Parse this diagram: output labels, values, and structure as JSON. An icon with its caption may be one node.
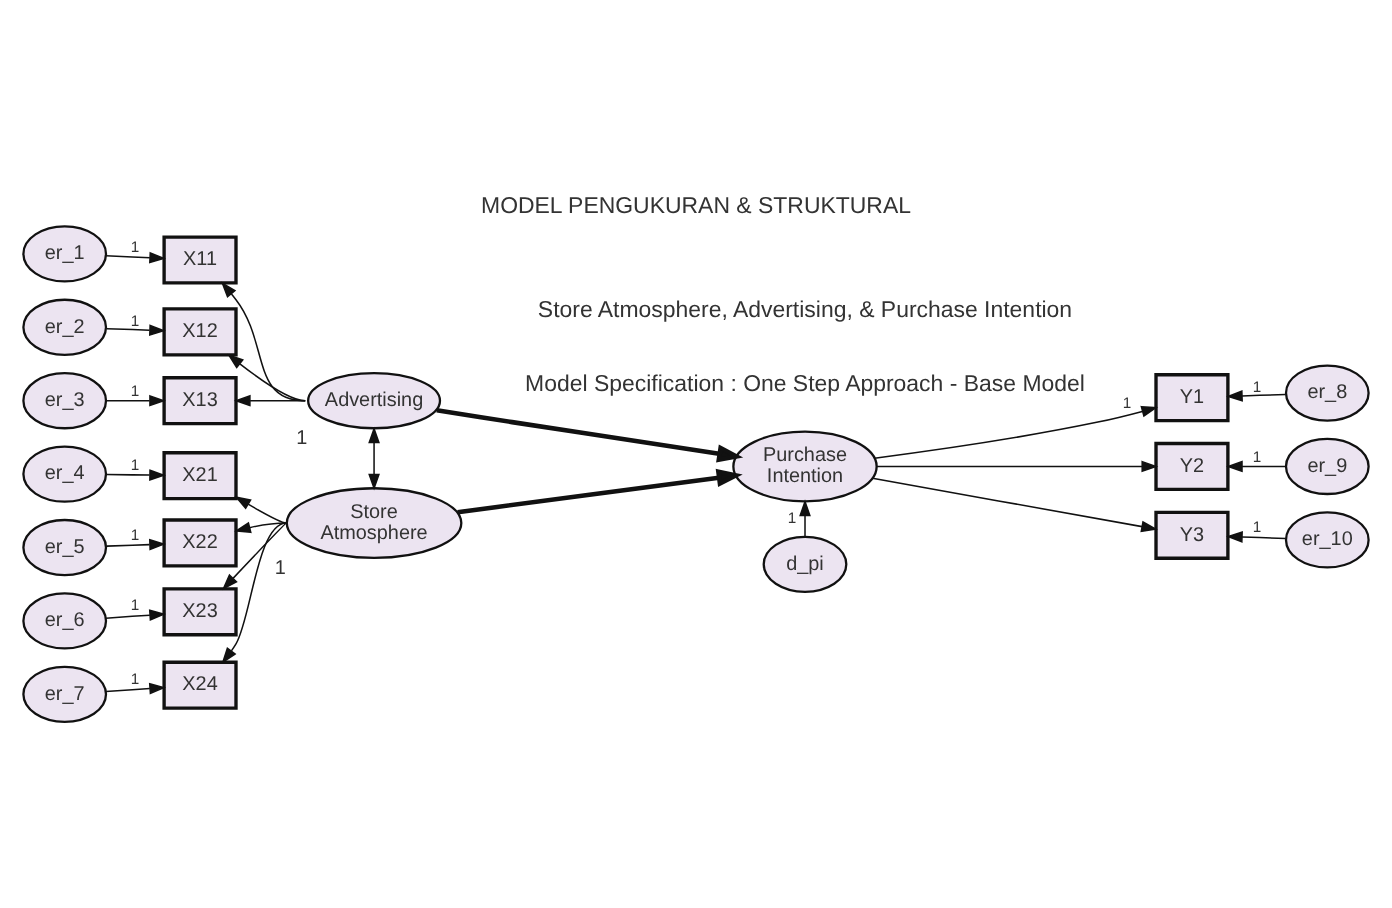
{
  "diagram": {
    "title": "MODEL PENGUKURAN & STRUKTURAL",
    "nodes": [
      {
        "text": [
          "er_1"
        ]
      },
      {
        "text": [
          "er_2"
        ]
      },
      {
        "text": [
          "er_3"
        ]
      },
      {
        "text": [
          "er_4"
        ]
      },
      {
        "text": [
          "er_5"
        ]
      },
      {
        "text": [
          "er_6"
        ]
      },
      {
        "text": [
          "er_7"
        ]
      },
      {
        "text": [
          "X11"
        ]
      },
      {
        "text": [
          "X12"
        ]
      },
      {
        "text": [
          "X13"
        ]
      },
      {
        "text": [
          "X21"
        ]
      },
      {
        "text": [
          "X22"
        ]
      },
      {
        "text": [
          "X23"
        ]
      },
      {
        "text": [
          "X24"
        ]
      },
      {
        "text": [
          "Advertising"
        ],
        "beside": [
          "1"
        ]
      },
      {
        "text": [
          "Store Atmosphere"
        ],
        "beside": [
          "1"
        ]
      },
      {
        "text": [
          "Purchase Intention"
        ]
      },
      {
        "text": [
          "Y1"
        ]
      },
      {
        "text": [
          "Y2"
        ]
      },
      {
        "text": [
          "Y3"
        ]
      },
      {
        "text": [
          "er_8"
        ]
      },
      {
        "text": [
          "er_9"
        ]
      },
      {
        "text": [
          "er_10"
        ]
      },
      {
        "text": [
          "d_pi"
        ]
      }
    ],
    "edges": [
      {
        "from": 0,
        "to": 7,
        "arrow": "to",
        "label": "1"
      },
      {
        "from": 1,
        "to": 8,
        "arrow": "to",
        "label": "1"
      },
      {
        "from": 2,
        "to": 9,
        "arrow": "to",
        "label": "1"
      },
      {
        "from": 3,
        "to": 10,
        "arrow": "to",
        "label": "1"
      },
      {
        "from": 4,
        "to": 11,
        "arrow": "to",
        "label": "1"
      },
      {
        "from": 5,
        "to": 12,
        "arrow": "to",
        "label": "1"
      },
      {
        "from": 6,
        "to": 13,
        "arrow": "to",
        "label": "1"
      },
      {
        "from": 14,
        "to": 7,
        "arrow": "to"
      },
      {
        "from": 14,
        "to": 8,
        "arrow": "to"
      },
      {
        "from": 14,
        "to": 9,
        "arrow": "to"
      },
      {
        "from": 15,
        "to": 10,
        "arrow": "to"
      },
      {
        "from": 15,
        "to": 11,
        "arrow": "to"
      },
      {
        "from": 15,
        "to": 12,
        "arrow": "to"
      },
      {
        "from": 15,
        "to": 13,
        "arrow": "to"
      },
      {
        "from": 14,
        "to": 15,
        "arrow": "both"
      },
      {
        "from": 14,
        "to": 16,
        "arrow": "to",
        "style": "thick"
      },
      {
        "from": 15,
        "to": 16,
        "arrow": "to",
        "style": "thick"
      },
      {
        "from": 16,
        "to": 17,
        "arrow": "to",
        "label": "1"
      },
      {
        "from": 16,
        "to": 18,
        "arrow": "to"
      },
      {
        "from": 16,
        "to": 19,
        "arrow": "to"
      },
      {
        "from": 20,
        "to": 17,
        "arrow": "to",
        "label": "1"
      },
      {
        "from": 21,
        "to": 18,
        "arrow": "to",
        "label": "1"
      },
      {
        "from": 22,
        "to": 19,
        "arrow": "to",
        "label": "1"
      },
      {
        "from": 23,
        "to": 16,
        "arrow": "to",
        "label": "1"
      }
    ],
    "labels": [
      "Store Atmosphere, Advertising, & Purchase Intention",
      "Model Specification : One Step Approach - Base Model"
    ]
  }
}
